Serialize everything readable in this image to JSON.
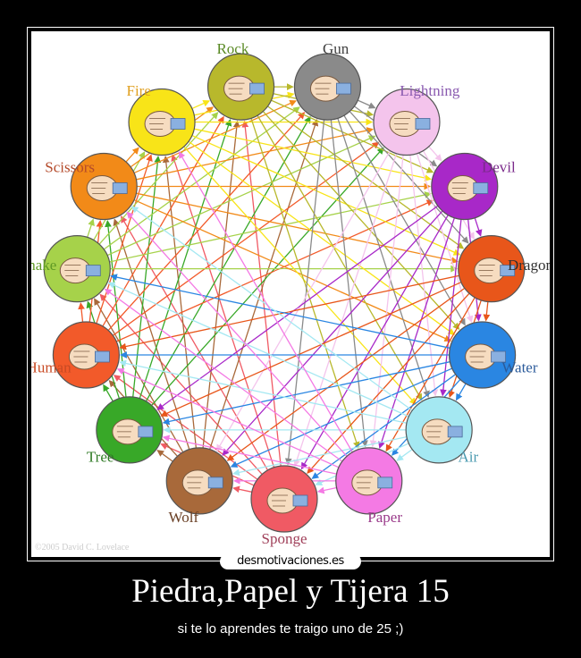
{
  "diagram": {
    "credit": "©2005 David C. Lovelace",
    "items": [
      {
        "name": "Sponge",
        "color": "#f05a64",
        "label_color": "#a0405a"
      },
      {
        "name": "Wolf",
        "color": "#a8693a",
        "label_color": "#6a4025"
      },
      {
        "name": "Tree",
        "color": "#38a828",
        "label_color": "#2f7a25"
      },
      {
        "name": "Human",
        "color": "#f25a2a",
        "label_color": "#c84a24"
      },
      {
        "name": "Snake",
        "color": "#a6d24a",
        "label_color": "#5f9a25"
      },
      {
        "name": "Scissors",
        "color": "#f28a18",
        "label_color": "#b44a2a"
      },
      {
        "name": "Fire",
        "color": "#f8e418",
        "label_color": "#e0a020"
      },
      {
        "name": "Rock",
        "color": "#b8b82c",
        "label_color": "#5a8a25"
      },
      {
        "name": "Gun",
        "color": "#8a8a8a",
        "label_color": "#404040"
      },
      {
        "name": "Lightning",
        "color": "#f4c4ec",
        "label_color": "#8a5ab0"
      },
      {
        "name": "Devil",
        "color": "#a828c8",
        "label_color": "#7a2a8a"
      },
      {
        "name": "Dragon",
        "color": "#e8561a",
        "label_color": "#303030"
      },
      {
        "name": "Water",
        "color": "#2a86e2",
        "label_color": "#2a5a9a"
      },
      {
        "name": "Air",
        "color": "#a4e8f2",
        "label_color": "#4a9ab0"
      },
      {
        "name": "Paper",
        "color": "#f47ae4",
        "label_color": "#9a3a8a"
      }
    ]
  },
  "logo": "desmotivaciones.es",
  "title": "Piedra,Papel y Tijera 15",
  "subtitle": "si te lo aprendes te traigo uno de 25 ;)"
}
